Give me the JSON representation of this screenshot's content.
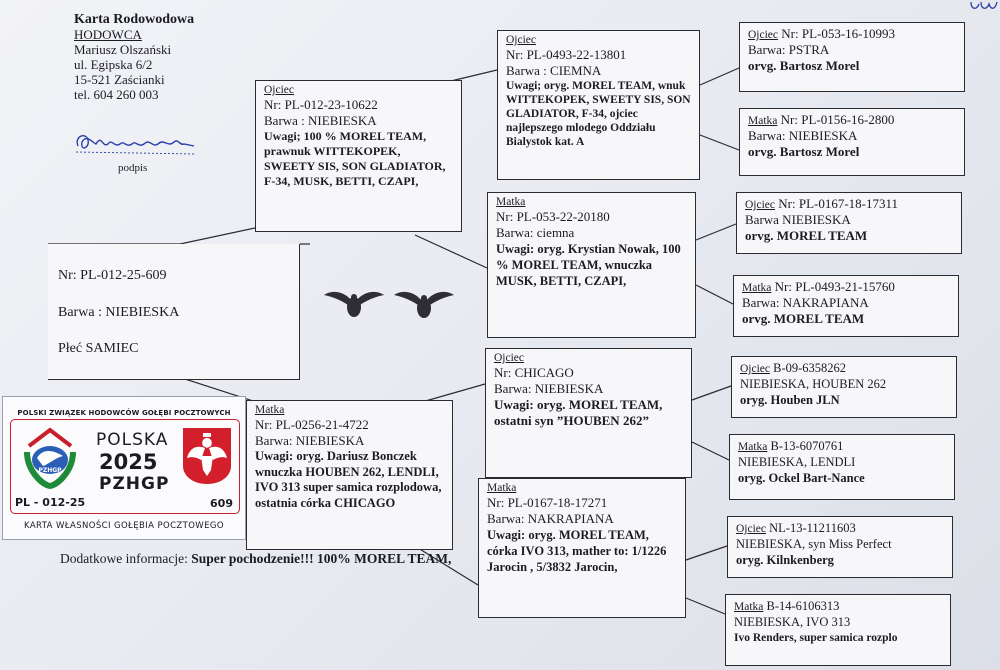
{
  "header": {
    "title": "Karta Rodowodowa",
    "role": "HODOWCA",
    "name": "Mariusz Olszański",
    "street": "ul. Egipska 6/2",
    "city": "15-521 Zaścianki",
    "phone": "tel. 604 260 003",
    "signature_label": "podpis"
  },
  "main": {
    "ring": "Nr: PL-012-25-609",
    "color": "Barwa : NIEBIESKA",
    "sex": "Płeć  SAMIEC"
  },
  "extra": {
    "label": "Dodatkowe informacje: ",
    "text": "Super pochodzenie!!! 100% MOREL TEAM,"
  },
  "card": {
    "top": "POLSKI ZWIĄZEK HODOWCÓW GOŁĘBI POCZTOWYCH",
    "country": "POLSKA",
    "year": "2025",
    "org": "PZHGP",
    "ring": "PL - 012-25",
    "number": "609",
    "bottom": "KARTA  WŁASNOŚCI GOŁĘBIA POCZTOWEGO",
    "logo_text": "PZHGP"
  },
  "father": {
    "title": "Ojciec",
    "ring": "Nr: PL-012-23-10622",
    "color": "Barwa : NIEBIESKA",
    "notes": "Uwagi; 100 % MOREL TEAM, prawnuk WITTEKOPEK, SWEETY SIS, SON GLADIATOR, F-34, MUSK, BETTI, CZAPI,"
  },
  "mother": {
    "title": "Matka",
    "ring": "Nr: PL-0256-21-4722",
    "color": "Barwa: NIEBIESKA",
    "notes": "Uwagi: oryg. Dariusz Bonczek wnuczka HOUBEN 262, LENDLI, IVO 313 super samica rozplodowa, ostatnia córka CHICAGO"
  },
  "ff": {
    "title": "Ojciec",
    "ring": "Nr: PL-0493-22-13801",
    "color": "Barwa : CIEMNA",
    "notes": "Uwagi; oryg. MOREL TEAM, wnuk WITTEKOPEK, SWEETY SIS, SON GLADIATOR, F-34, ojciec najlepszego mlodego Oddziału Bialystok kat. A"
  },
  "fm": {
    "title": "Matka",
    "ring": "Nr: PL-053-22-20180",
    "color": "Barwa: ciemna",
    "notes": "Uwagi: oryg. Krystian Nowak, 100 % MOREL TEAM, wnuczka MUSK, BETTI, CZAPI,"
  },
  "mf": {
    "title": "Ojciec",
    "ring": "Nr: CHICAGO",
    "color": "Barwa: NIEBIESKA",
    "notes": "Uwagi: oryg. MOREL TEAM, ostatni syn ”HOUBEN 262”"
  },
  "mm": {
    "title": "Matka",
    "ring": "Nr: PL-0167-18-17271",
    "color": "Barwa: NAKRAPIANA",
    "notes": "Uwagi: oryg. MOREL TEAM,  córka IVO 313, mather to: 1/1226 Jarocin , 5/3832 Jarocin,"
  },
  "g1": {
    "title": "Ojciec",
    "ring": " Nr: PL-053-16-10993",
    "color": "Barwa: PSTRA",
    "notes": "orvg. Bartosz Morel"
  },
  "g2": {
    "title": "Matka",
    "ring": " Nr: PL-0156-16-2800",
    "color": "Barwa: NIEBIESKA",
    "notes": "orvg. Bartosz Morel"
  },
  "g3": {
    "title": "Ojciec",
    "ring": " Nr: PL-0167-18-17311",
    "color": "Barwa NIEBIESKA",
    "notes": "orvg. MOREL TEAM"
  },
  "g4": {
    "title": "Matka",
    "ring": " Nr: PL-0493-21-15760",
    "color": "Barwa: NAKRAPIANA",
    "notes": "orvg. MOREL TEAM"
  },
  "g5": {
    "title": "Ojciec",
    "ring": "  B-09-6358262",
    "color": "NIEBIESKA, HOUBEN 262",
    "notes": "oryg. Houben JLN"
  },
  "g6": {
    "title": "Matka",
    "ring": " B-13-6070761",
    "color": "NIEBIESKA, LENDLI",
    "notes": "oryg. Ockel Bart-Nance"
  },
  "g7": {
    "title": "Ojciec",
    "ring": " NL-13-11211603",
    "color": "NIEBIESKA,  syn Miss Perfect",
    "notes": "oryg. Kilnkenberg"
  },
  "g8": {
    "title": "Matka",
    "ring": " B-14-6106313",
    "color": "NIEBIESKA,   IVO 313",
    "notes": "Ivo Renders, super samica rozplo"
  }
}
